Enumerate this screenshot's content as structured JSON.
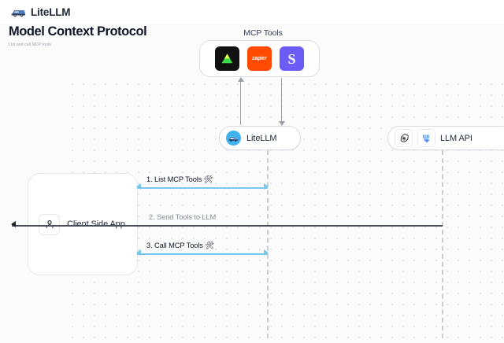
{
  "header": {
    "brand_name": "LiteLLM",
    "brand_logo_icon": "litellm-truck-icon"
  },
  "page": {
    "title": "Model Context Protocol",
    "subtitle": "List and call MCP tools"
  },
  "diagram": {
    "mcp_tools": {
      "title": "MCP Tools",
      "icons": [
        {
          "name": "green-triangle-tool-icon",
          "label": "",
          "bg": "#111111"
        },
        {
          "name": "zapier-tool-icon",
          "label": "zapier",
          "bg": "#ff4a00"
        },
        {
          "name": "slack-s-tool-icon",
          "label": "S",
          "bg": "#6b5cf6"
        }
      ]
    },
    "litellm_node": {
      "label": "LiteLLM",
      "icon": "litellm-avatar-icon"
    },
    "llm_api_node": {
      "label": "LLM API",
      "icons": [
        "openai-icon",
        "anthropic-icon"
      ]
    },
    "client_app": {
      "label": "Client Side App",
      "icon": "user-icon"
    },
    "messages": [
      {
        "index": "1",
        "text": "1. List MCP Tools 🛠",
        "direction": "right",
        "color": "#77c8ea"
      },
      {
        "index": "2",
        "text": "2. Send Tools to LLM",
        "direction": "left",
        "color": "#4b5058"
      },
      {
        "index": "3",
        "text": "3. Call MCP Tools 🛠",
        "direction": "right",
        "color": "#77c8ea"
      }
    ]
  },
  "colors": {
    "canvas_bg": "#fbfbfc",
    "accent_blue": "#77c8ea",
    "dark_arrow": "#1f2328",
    "lifeline": "#c9ccd2"
  }
}
